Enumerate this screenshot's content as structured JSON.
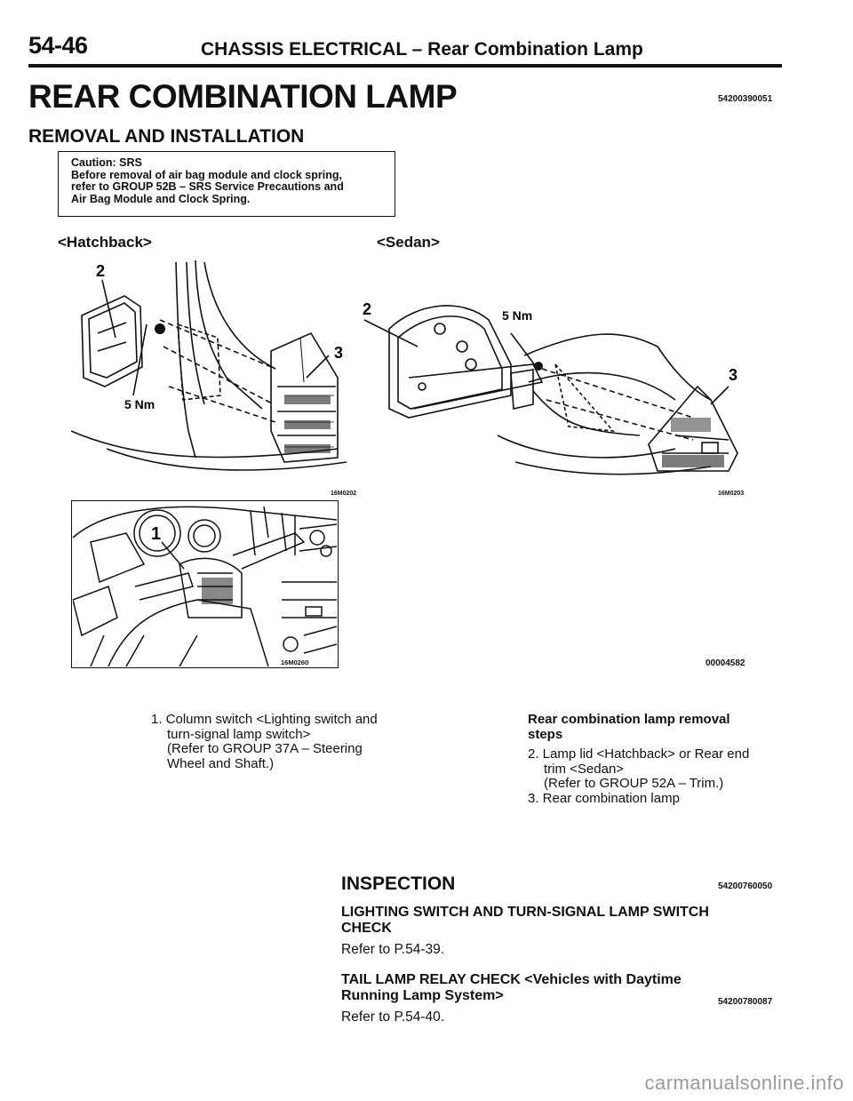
{
  "header": {
    "page_number": "54-46",
    "section": "CHASSIS ELECTRICAL – Rear Combination Lamp"
  },
  "title": "REAR COMBINATION LAMP",
  "title_code": "54200390051",
  "subtitle": "REMOVAL AND INSTALLATION",
  "caution": {
    "lines": [
      "Caution: SRS",
      "Before removal of air bag module and clock spring,",
      "refer to GROUP 52B – SRS Service Precautions and",
      "Air Bag Module and Clock Spring."
    ]
  },
  "figures": {
    "hatchback_label": "<Hatchback>",
    "sedan_label": "<Sedan>",
    "hatch": {
      "callout_2": "2",
      "callout_3": "3",
      "torque": "5 Nm",
      "code": "16M0202"
    },
    "sedan": {
      "callout_2": "2",
      "callout_3": "3",
      "torque": "5 Nm",
      "code": "16M0203"
    },
    "dash": {
      "callout_1": "1",
      "code": "16M0260"
    },
    "group_code": "00004582"
  },
  "left_list": {
    "lines": [
      "1. Column switch <Lighting switch and",
      "turn-signal lamp switch>",
      "(Refer to GROUP 37A – Steering",
      "Wheel and Shaft.)"
    ]
  },
  "right_list": {
    "heading_1": "Rear combination lamp removal",
    "heading_2": "steps",
    "item2_l1": "2. Lamp lid <Hatchback> or Rear end",
    "item2_l2": "trim <Sedan>",
    "item2_l3": "(Refer to GROUP 52A – Trim.)",
    "item3": "3. Rear combination lamp"
  },
  "inspection": {
    "title": "INSPECTION",
    "code": "54200760050",
    "lighting_check_l1": "LIGHTING SWITCH AND TURN-SIGNAL LAMP SWITCH",
    "lighting_check_l2": "CHECK",
    "lighting_ref": "Refer to P.54-39.",
    "relay_l1": "TAIL LAMP RELAY CHECK <Vehicles with Daytime",
    "relay_l2": "Running Lamp System>",
    "relay_code": "54200780087",
    "relay_ref": "Refer to P.54-40."
  },
  "watermark": "carmanualsonline.info"
}
